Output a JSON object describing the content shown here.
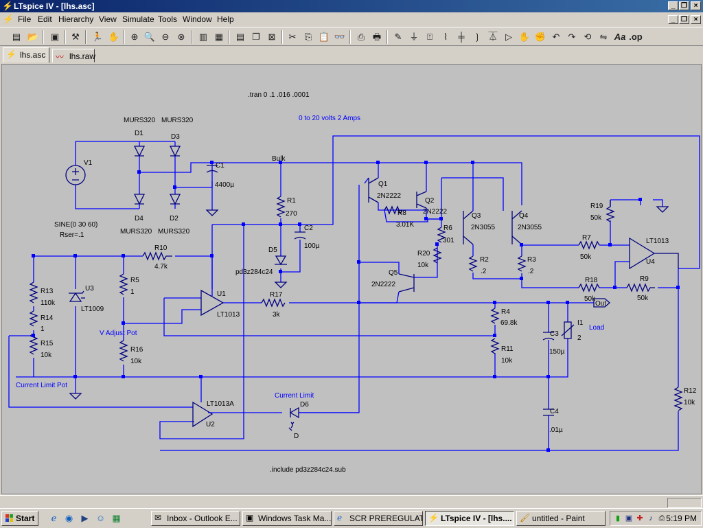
{
  "window": {
    "title": "LTspice IV - [lhs.asc]",
    "app_icon": "ltspice-logo-icon",
    "controls": [
      "minimize",
      "restore",
      "close"
    ]
  },
  "menu": {
    "items": [
      "File",
      "Edit",
      "Hierarchy",
      "View",
      "Simulate",
      "Tools",
      "Window",
      "Help"
    ]
  },
  "toolbar": {
    "icons": [
      "new-schematic-icon",
      "open-icon",
      "save-icon",
      "control-panel-icon",
      "run-icon",
      "halt-icon",
      "zoom-in-icon",
      "zoom-pan-icon",
      "zoom-out-icon",
      "zoom-fit-icon",
      "autoscale-icon",
      "plot-settings-icon",
      "tile-horizontal-icon",
      "cascade-icon",
      "close-window-icon",
      "cut-icon",
      "copy-icon",
      "paste-icon",
      "find-icon",
      "print-setup-icon",
      "print-icon",
      "wire-icon",
      "ground-icon",
      "label-icon",
      "resistor-icon",
      "capacitor-icon",
      "inductor-icon",
      "diode-icon",
      "component-icon",
      "move-icon",
      "drag-icon",
      "undo-icon",
      "redo-icon",
      "rotate-icon",
      "mirror-icon",
      "text-icon",
      "spice-directive-icon"
    ]
  },
  "tabs": [
    {
      "label": "lhs.asc",
      "icon": "schematic-icon",
      "active": true
    },
    {
      "label": "lhs.raw",
      "icon": "waveform-icon",
      "active": false
    }
  ],
  "schematic": {
    "directives": {
      "tran": ".tran 0 .1 .016 .0001",
      "include": ".include pd3z284c24.sub"
    },
    "comments": {
      "spec": "0 to 20 volts 2 Amps",
      "v_adjust": "V Adjust Pot",
      "current_limit_pot": "Current Limit Pot",
      "current_limit": "Current Limit",
      "load": "Load"
    },
    "netlabels": {
      "bulk": "Bulk",
      "out": "Out"
    },
    "source": {
      "name": "V1",
      "value": "SINE(0 30 60)",
      "rser": "Rser=.1"
    },
    "diodes": {
      "d1": {
        "name": "D1",
        "value": "MURS320"
      },
      "d3": {
        "name": "D3",
        "value": "MURS320"
      },
      "d4": {
        "name": "D4",
        "value": "MURS320"
      },
      "d2": {
        "name": "D2",
        "value": "MURS320"
      },
      "d5": {
        "name": "D5",
        "value": "pd3z284c24"
      },
      "d6": {
        "name": "D6"
      },
      "d_led": "D"
    },
    "capacitors": {
      "c1": {
        "name": "C1",
        "value": "4400µ"
      },
      "c2": {
        "name": "C2",
        "value": "100µ"
      },
      "c3": {
        "name": "C3",
        "value": "150µ"
      },
      "c4": {
        "name": "C4",
        "value": ".01µ"
      }
    },
    "resistors": {
      "r1": {
        "name": "R1",
        "value": "270"
      },
      "r2": {
        "name": "R2",
        "value": ".2"
      },
      "r3": {
        "name": "R3",
        "value": ".2"
      },
      "r4": {
        "name": "R4",
        "value": "69.8k"
      },
      "r5": {
        "name": "R5",
        "value": "1"
      },
      "r6": {
        "name": "R6",
        "value": "301"
      },
      "r7": {
        "name": "R7",
        "value": "50k"
      },
      "r8": {
        "name": "R8",
        "value": "3.01K"
      },
      "r9": {
        "name": "R9",
        "value": "50k"
      },
      "r10": {
        "name": "R10",
        "value": "4.7k"
      },
      "r11": {
        "name": "R11",
        "value": "10k"
      },
      "r12": {
        "name": "R12",
        "value": "10k"
      },
      "r13": {
        "name": "R13",
        "value": "110k"
      },
      "r14": {
        "name": "R14",
        "value": "1"
      },
      "r15": {
        "name": "R15",
        "value": "10k"
      },
      "r16": {
        "name": "R16",
        "value": "10k"
      },
      "r17": {
        "name": "R17",
        "value": "3k"
      },
      "r18": {
        "name": "R18",
        "value": "50k"
      },
      "r19": {
        "name": "R19",
        "value": "50k"
      },
      "r20": {
        "name": "R20",
        "value": "10k"
      }
    },
    "transistors": {
      "q1": {
        "name": "Q1",
        "value": "2N2222"
      },
      "q2": {
        "name": "Q2",
        "value": "2N2222"
      },
      "q3": {
        "name": "Q3",
        "value": "2N3055"
      },
      "q4": {
        "name": "Q4",
        "value": "2N3055"
      },
      "q5": {
        "name": "Q5",
        "value": "2N2222"
      }
    },
    "opamps": {
      "u1": {
        "name": "U1",
        "value": "LT1013"
      },
      "u2": {
        "name": "U2",
        "value": "LT1013A"
      },
      "u4": {
        "name": "U4",
        "value": "LT1013"
      },
      "u3": {
        "name": "U3",
        "value": "LT1009"
      }
    },
    "load_source": {
      "name": "I1",
      "value": "2"
    }
  },
  "taskbar": {
    "start_label": "Start",
    "quicklaunch": [
      "ie-icon",
      "outlook-express-icon",
      "media-player-icon",
      "messenger-icon",
      "excel-icon"
    ],
    "tasks": [
      {
        "label": "Inbox - Outlook E...",
        "icon": "inbox-icon",
        "active": false
      },
      {
        "label": "Windows Task Ma...",
        "icon": "task-manager-icon",
        "active": false
      },
      {
        "label": "SCR PREREGULAT...",
        "icon": "browser-icon",
        "active": false
      },
      {
        "label": "LTspice IV - [lhs....",
        "icon": "ltspice-logo-icon",
        "active": true
      },
      {
        "label": "untitled - Paint",
        "icon": "paint-icon",
        "active": false
      }
    ],
    "clock": "5:19 PM"
  },
  "colors": {
    "wire": "#0000ff",
    "component": "#000080",
    "label_text": "#000000",
    "comment_text": "#0000ff",
    "canvas_bg": "#c0c0c0",
    "titlebar_start": "#0a246a",
    "titlebar_end": "#3a6ea5"
  }
}
